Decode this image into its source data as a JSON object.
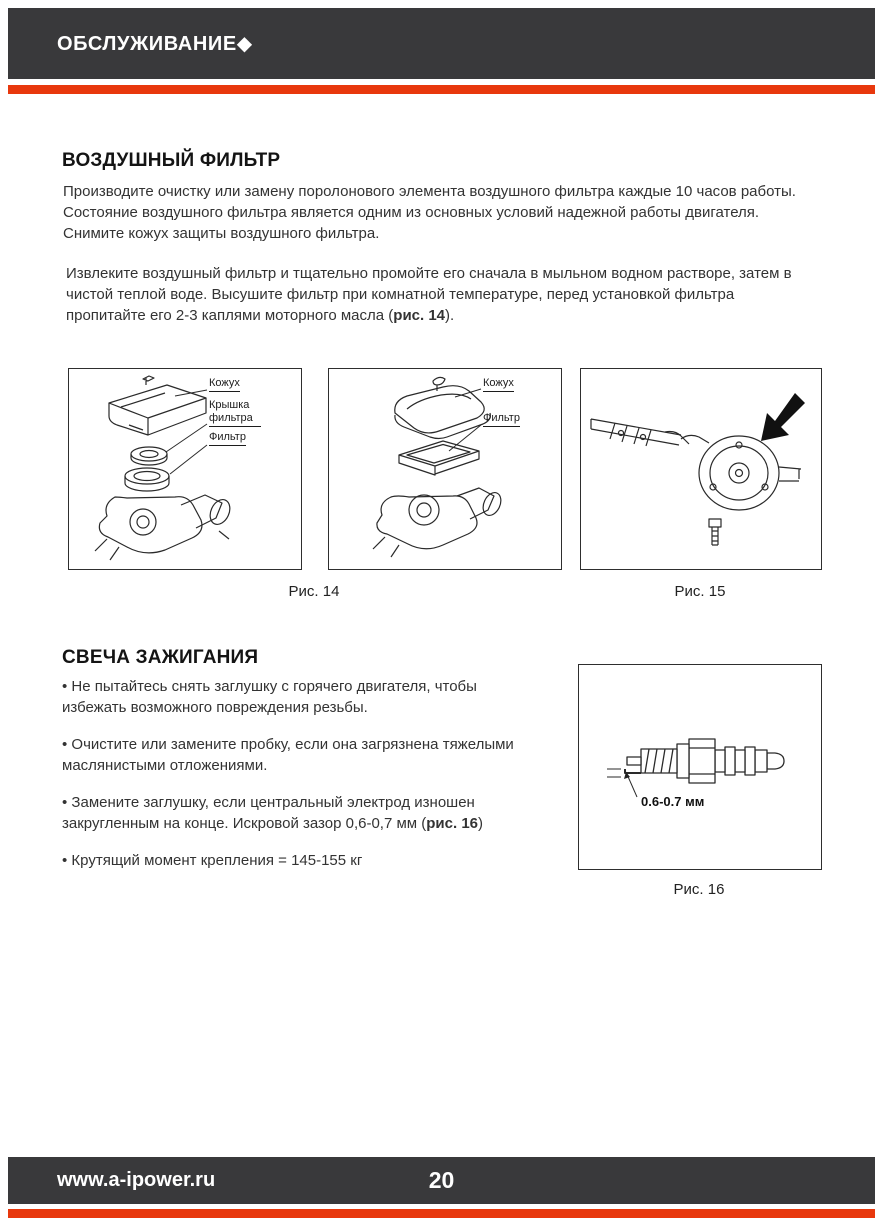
{
  "page": {
    "header": {
      "title": "ОБСЛУЖИВАНИЕ◆"
    },
    "footer": {
      "url": "www.a-ipower.ru",
      "page_number": "20"
    },
    "colors": {
      "accent_red": "#E8380D",
      "bar_dark": "#39393B"
    }
  },
  "air_filter": {
    "heading": "ВОЗДУШНЫЙ ФИЛЬТР",
    "paragraph1": "Производите очистку или замену поролонового элемента воздушного фильтра каждые 10 часов работы. Состояние воздушного фильтра является одним из основных условий надежной работы двигателя. Снимите кожух защиты воздушного фильтра.",
    "paragraph2": {
      "pre": "Извлеките воздушный фильтр и тщательно промойте его сначала в мыльном водном растворе, затем в чистой теплой воде. Высушите фильтр при комнатной температуре, перед установкой фильтра пропитайте его 2-3 каплями моторного масла (",
      "bold": "рис. 14",
      "post": ")."
    },
    "figure14": {
      "caption": "Рис. 14",
      "labels_a": {
        "cover": "Кожух",
        "filter_cap": "Крышка фильтра",
        "filter": "Фильтр"
      },
      "labels_b": {
        "cover": "Кожух",
        "filter": "Фильтр"
      }
    },
    "figure15": {
      "caption": "Рис. 15"
    }
  },
  "spark_plug": {
    "heading": "СВЕЧА ЗАЖИГАНИЯ",
    "bullets": [
      {
        "pre": "Не пытайтесь снять заглушку с горячего двигателя, чтобы избежать возможного повреждения резьбы.",
        "bold": "",
        "post": ""
      },
      {
        "pre": "Очистите или замените пробку, если она загрязнена тяжелыми маслянистыми отложениями.",
        "bold": "",
        "post": ""
      },
      {
        "pre": "Замените заглушку, если центральный электрод изношен закругленным на конце. Искровой зазор 0,6-0,7 мм (",
        "bold": "рис. 16",
        "post": ")"
      },
      {
        "pre": "Крутящий момент крепления = 145-155 кг",
        "bold": "",
        "post": ""
      }
    ],
    "figure16": {
      "caption": "Рис. 16",
      "gap_label": "0.6-0.7 мм"
    }
  }
}
